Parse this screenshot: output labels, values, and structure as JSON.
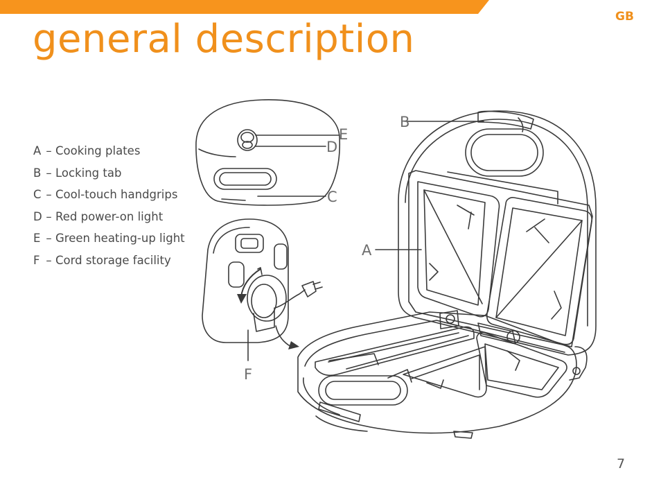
{
  "header": {
    "language_code": "GB",
    "title": "general description",
    "accent_color": "#f0901c"
  },
  "parts": [
    {
      "code": "A",
      "label": "Cooking plates"
    },
    {
      "code": "B",
      "label": "Locking tab"
    },
    {
      "code": "C",
      "label": "Cool-touch handgrips"
    },
    {
      "code": "D",
      "label": "Red power-on light"
    },
    {
      "code": "E",
      "label": "Green heating-up light"
    },
    {
      "code": "F",
      "label": "Cord storage facility"
    }
  ],
  "parts_dash": "–",
  "callouts": {
    "a": "A",
    "b": "B",
    "c": "C",
    "d": "D",
    "e": "E",
    "f": "F"
  },
  "footer": {
    "page_number": "7"
  }
}
